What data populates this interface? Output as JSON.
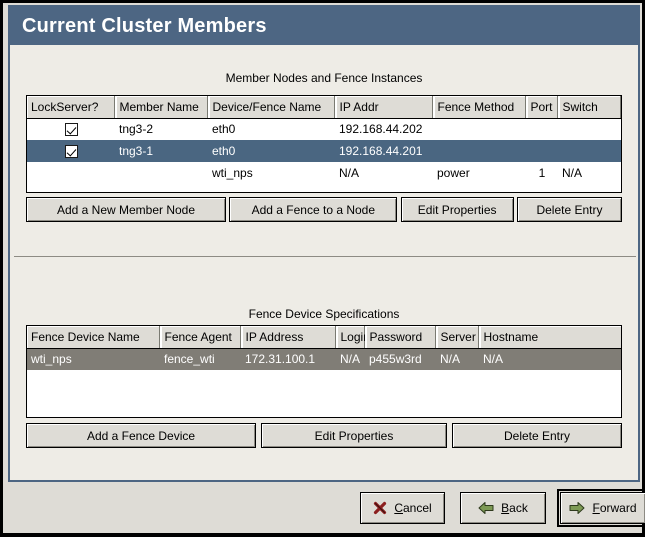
{
  "window": {
    "title": "Current Cluster Members"
  },
  "members_section": {
    "caption": "Member Nodes and Fence Instances",
    "columns": [
      "LockServer?",
      "Member Name",
      "Device/Fence Name",
      "IP Addr",
      "Fence Method",
      "Port",
      "Switch"
    ],
    "rows": [
      {
        "lockserver": true,
        "member_name": "tng3-2",
        "device_fence_name": "eth0",
        "ip_addr": "192.168.44.202",
        "fence_method": "",
        "port": "",
        "switch": "",
        "state": "normal"
      },
      {
        "lockserver": true,
        "member_name": "tng3-1",
        "device_fence_name": "eth0",
        "ip_addr": "192.168.44.201",
        "fence_method": "",
        "port": "",
        "switch": "",
        "state": "selected-focused"
      },
      {
        "lockserver": false,
        "member_name": "",
        "device_fence_name": "wti_nps",
        "ip_addr": "N/A",
        "fence_method": "power",
        "port": "1",
        "switch": "N/A",
        "state": "normal"
      }
    ],
    "buttons": [
      "Add a New Member Node",
      "Add a Fence to a Node",
      "Edit Properties",
      "Delete Entry"
    ]
  },
  "fence_section": {
    "caption": "Fence Device Specifications",
    "columns": [
      "Fence Device Name",
      "Fence Agent",
      "IP Address",
      "Login",
      "Password",
      "Server",
      "Hostname"
    ],
    "rows": [
      {
        "fence_device_name": "wti_nps",
        "fence_agent": "fence_wti",
        "ip_address": "172.31.100.1",
        "login": "N/A",
        "password": "p455w3rd",
        "server": "N/A",
        "hostname": "N/A",
        "state": "selected-unfocused"
      }
    ],
    "buttons": [
      "Add a Fence Device",
      "Edit Properties",
      "Delete Entry"
    ]
  },
  "navigation": {
    "cancel": {
      "label_pre": "",
      "mnemonic": "C",
      "label_post": "ancel",
      "icon": "cancel-x-icon"
    },
    "back": {
      "label_pre": "",
      "mnemonic": "B",
      "label_post": "ack",
      "icon": "arrow-left-icon"
    },
    "forward": {
      "label_pre": "",
      "mnemonic": "F",
      "label_post": "orward",
      "icon": "arrow-right-icon",
      "focused": true
    }
  },
  "colors": {
    "titlebar": "#4d6683",
    "panel_bg": "#eeece6",
    "window_bg": "#dedcd6",
    "selection_focused": "#4a6681",
    "selection_unfocused": "#807d76",
    "cancel_icon": "#8c1f1f",
    "arrow_icon": "#7d9a55"
  }
}
